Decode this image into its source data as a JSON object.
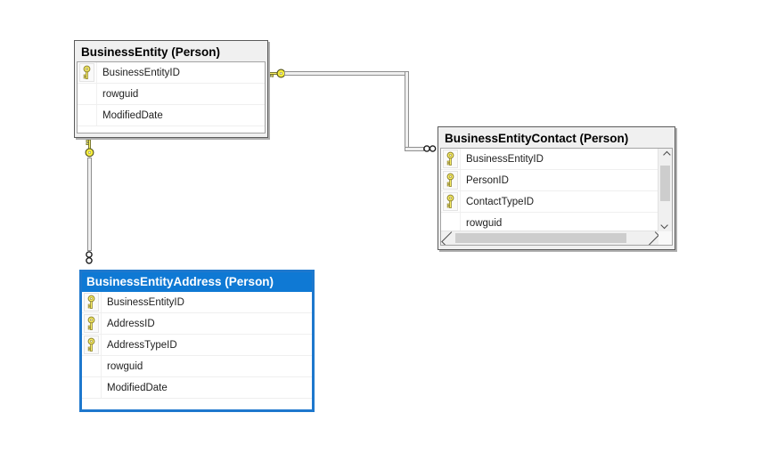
{
  "diagram": {
    "kind": "database-diagram",
    "colors": {
      "canvas_bg": "#ffffff",
      "table_header_bg": "#f0f0f0",
      "table_border": "#5b5b5b",
      "selected_header_bg": "#0f79d4",
      "selected_border": "#1e78cd",
      "selected_title_color": "#ffffff",
      "row_text": "#1e1e1e",
      "connector_fill": "#f0f0f0",
      "connector_edge": "#8f8f8f",
      "key_yellow": "#faf063",
      "scroll_track": "#f0f0f0",
      "scroll_thumb": "#cdcdcd"
    },
    "icons": {
      "primary_key": "key-icon",
      "one_end": "key-icon",
      "many_end": "infinity-icon",
      "scroll_arrows": [
        "chevron-up-icon",
        "chevron-down-icon",
        "chevron-left-icon",
        "chevron-right-icon"
      ]
    }
  },
  "tables": [
    {
      "title": "BusinessEntity (Person)",
      "selected": false,
      "has_scrollbars": false,
      "columns": [
        {
          "name": "BusinessEntityID",
          "key": true
        },
        {
          "name": "rowguid",
          "key": false
        },
        {
          "name": "ModifiedDate",
          "key": false
        }
      ]
    },
    {
      "title": "BusinessEntityContact (Person)",
      "selected": false,
      "has_scrollbars": true,
      "columns": [
        {
          "name": "BusinessEntityID",
          "key": true
        },
        {
          "name": "PersonID",
          "key": true
        },
        {
          "name": "ContactTypeID",
          "key": true
        },
        {
          "name": "rowguid",
          "key": false
        }
      ]
    },
    {
      "title": "BusinessEntityAddress (Person)",
      "selected": true,
      "has_scrollbars": false,
      "columns": [
        {
          "name": "BusinessEntityID",
          "key": true
        },
        {
          "name": "AddressID",
          "key": true
        },
        {
          "name": "AddressTypeID",
          "key": true
        },
        {
          "name": "rowguid",
          "key": false
        },
        {
          "name": "ModifiedDate",
          "key": false
        }
      ]
    }
  ],
  "relationships": [
    {
      "from_table": "BusinessEntity (Person)",
      "from_end": "one (key)",
      "to_table": "BusinessEntityContact (Person)",
      "to_end": "many (infinity)"
    },
    {
      "from_table": "BusinessEntity (Person)",
      "from_end": "one (key)",
      "to_table": "BusinessEntityAddress (Person)",
      "to_end": "many (infinity)"
    }
  ]
}
